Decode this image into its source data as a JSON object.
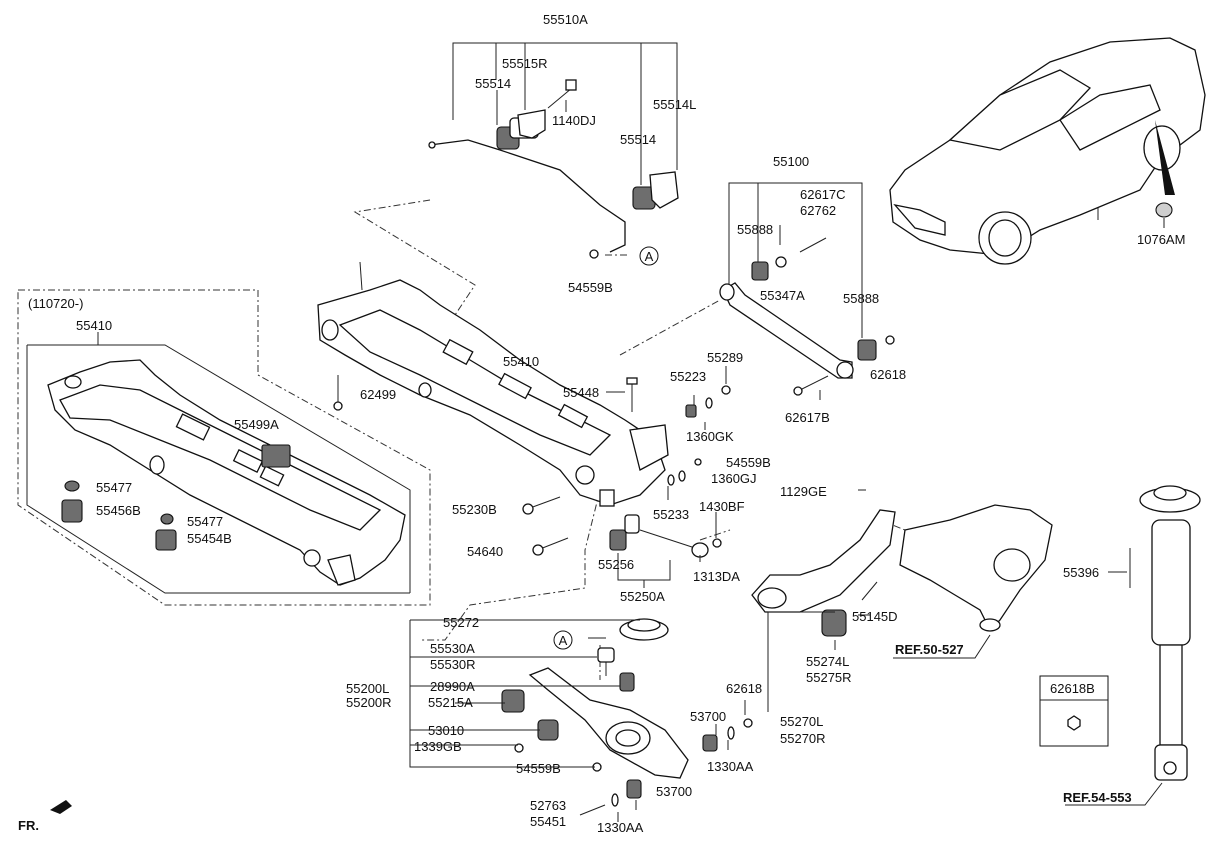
{
  "labels": {
    "l55510A": "55510A",
    "l55515R": "55515R",
    "l55514a": "55514",
    "l1140DJ": "1140DJ",
    "l55514L": "55514L",
    "l55514b": "55514",
    "l54559Btop": "54559B",
    "l55100": "55100",
    "l62617C": "62617C",
    "l62762": "62762",
    "l55888a": "55888",
    "l55347A": "55347A",
    "l55888b": "55888",
    "l62618a": "62618",
    "l62617B": "62617B",
    "l55289": "55289",
    "l55223": "55223",
    "l55448": "55448",
    "l1360GK": "1360GK",
    "l54559Bmid": "54559B",
    "l1360GJ": "1360GJ",
    "l55233": "55233",
    "l1430BF": "1430BF",
    "l1313DA": "1313DA",
    "l55256": "55256",
    "l55250A": "55250A",
    "l55230B": "55230B",
    "l54640": "54640",
    "l55410a": "55410",
    "l55410b": "55410",
    "l62499": "62499",
    "l110720": "(110720-)",
    "l55499A": "55499A",
    "l55477a": "55477",
    "l55456B": "55456B",
    "l55477b": "55477",
    "l55454B": "55454B",
    "l55272": "55272",
    "l55530A": "55530A",
    "l55530R": "55530R",
    "l28990A": "28990A",
    "l55200L": "55200L",
    "l55200R": "55200R",
    "l55215A": "55215A",
    "l53010": "53010",
    "l1339GB": "1339GB",
    "l54559Bbot": "54559B",
    "l52763": "52763",
    "l55451": "55451",
    "l1330AAb": "1330AA",
    "l53700b": "53700",
    "l53700a": "53700",
    "l1330AAa": "1330AA",
    "l62618b": "62618",
    "l55270L": "55270L",
    "l55270R": "55270R",
    "l55274L": "55274L",
    "l55275R": "55275R",
    "l55145D": "55145D",
    "l1129GE": "1129GE",
    "lref50": "REF.50-527",
    "l55396": "55396",
    "lref54": "REF.54-553",
    "l1076AM": "1076AM",
    "l62618box": "62618B",
    "lFR": "FR.",
    "circleA1": "A",
    "circleA2": "A"
  },
  "colors": {
    "line": "#111111",
    "background": "#ffffff",
    "bushing": "#6e6e6e"
  }
}
